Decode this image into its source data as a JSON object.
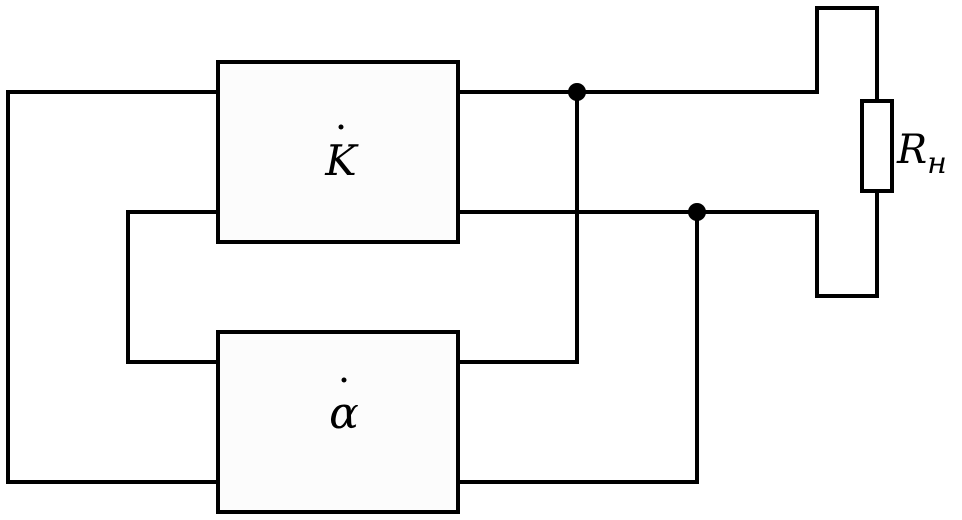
{
  "diagram": {
    "blocks": [
      {
        "id": "amplifier",
        "label": "K",
        "overdot": true
      },
      {
        "id": "feedback",
        "label": "α",
        "overdot": true
      }
    ],
    "load": {
      "label_main": "R",
      "label_sub": "н"
    }
  }
}
